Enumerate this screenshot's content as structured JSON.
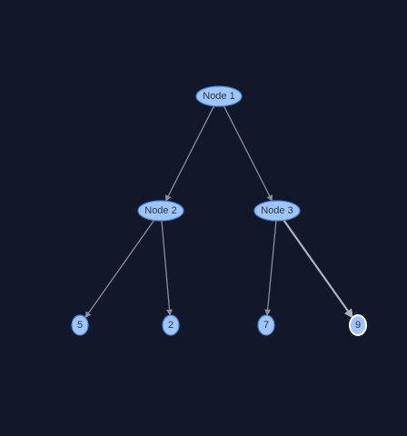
{
  "graph": {
    "nodes": [
      {
        "id": "n1",
        "label": "Node 1"
      },
      {
        "id": "n2",
        "label": "Node 2"
      },
      {
        "id": "n3",
        "label": "Node 3"
      },
      {
        "id": "n5",
        "label": "5"
      },
      {
        "id": "n2b",
        "label": "2"
      },
      {
        "id": "n7",
        "label": "7"
      },
      {
        "id": "n9",
        "label": "9",
        "selected": true
      }
    ],
    "edges": [
      {
        "from": "n1",
        "to": "n2"
      },
      {
        "from": "n1",
        "to": "n3"
      },
      {
        "from": "n2",
        "to": "n5"
      },
      {
        "from": "n2",
        "to": "n2b"
      },
      {
        "from": "n3",
        "to": "n7"
      },
      {
        "from": "n3",
        "to": "n9",
        "highlighted": true
      }
    ]
  },
  "colors": {
    "background": "#121729",
    "node_fill": "#9fc5ff",
    "node_stroke": "#4f7fd6",
    "selected_stroke": "#ffffff",
    "edge": "#8a8f99",
    "edge_highlight": "#b0b4bb",
    "label": "#2b3344"
  }
}
